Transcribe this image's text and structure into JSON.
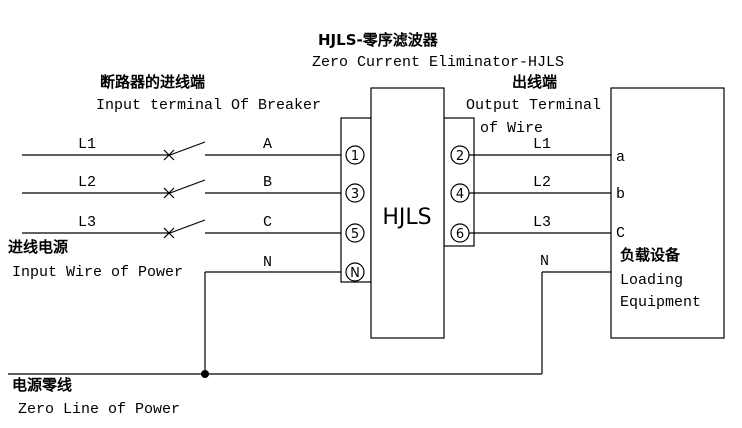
{
  "header": {
    "title_zh": "HJLS-零序滤波器",
    "title_en": "Zero Current Eliminator-HJLS"
  },
  "breaker": {
    "label_zh": "断路器的进线端",
    "label_en": "Input terminal Of Breaker"
  },
  "output": {
    "label_zh": "出线端",
    "label_en_1": "Output Terminal",
    "label_en_2": "of Wire"
  },
  "input_wire": {
    "label_zh": "进线电源",
    "label_en": "Input Wire of Power"
  },
  "zero_line": {
    "label_zh": "电源零线",
    "label_en": "Zero Line of Power"
  },
  "eliminator": {
    "label": "HJLS"
  },
  "load": {
    "label_zh": "负载设备",
    "label_en_1": "Loading",
    "label_en_2": "Equipment"
  },
  "lines_in": [
    "L1",
    "L2",
    "L3"
  ],
  "phases_in": [
    "A",
    "B",
    "C",
    "N"
  ],
  "terminals_in": [
    "1",
    "3",
    "5",
    "N"
  ],
  "terminals_out": [
    "2",
    "4",
    "6"
  ],
  "lines_out": [
    "L1",
    "L2",
    "L3",
    "N"
  ],
  "load_terms": [
    "a",
    "b",
    "C"
  ]
}
